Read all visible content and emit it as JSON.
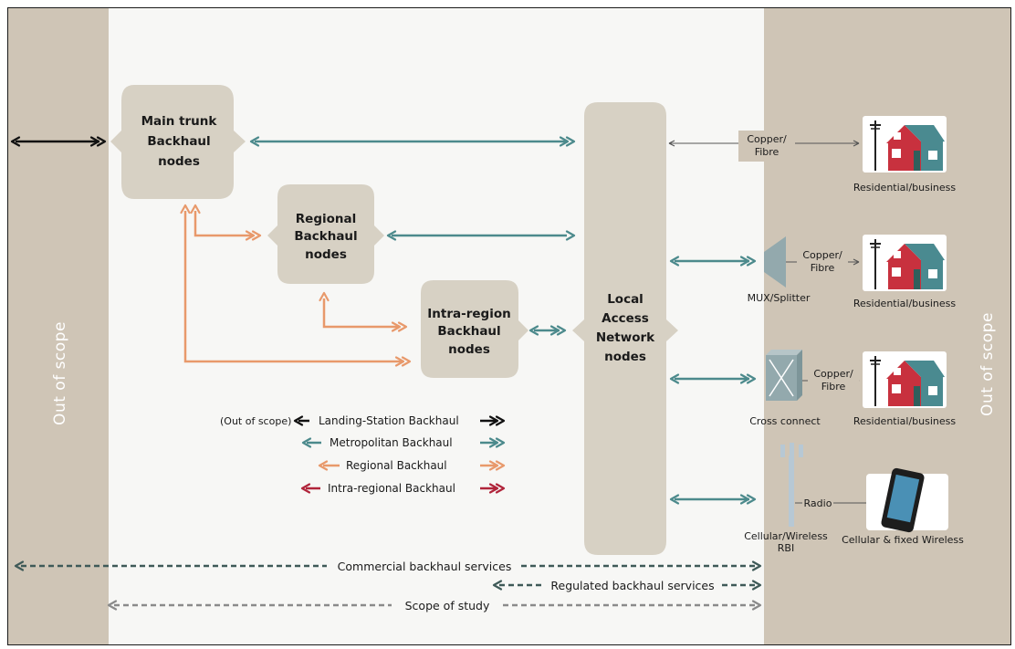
{
  "out_of_scope_label": "Out of scope",
  "nodes": {
    "main_trunk": [
      "Main trunk",
      "Backhaul",
      "nodes"
    ],
    "regional": [
      "Regional",
      "Backhaul",
      "nodes"
    ],
    "intra_region": [
      "Intra-region",
      "Backhaul",
      "nodes"
    ],
    "local_access": [
      "Local",
      "Access",
      "Network",
      "nodes"
    ]
  },
  "edge_labels": {
    "copper_fibre_1": [
      "Copper/",
      "Fibre"
    ],
    "copper_fibre_2": [
      "Copper/",
      "Fibre"
    ],
    "copper_fibre_3": [
      "Copper/",
      "Fibre"
    ],
    "radio": "Radio"
  },
  "devices": {
    "mux": "MUX/Splitter",
    "cross_connect": "Cross connect",
    "tower": [
      "Cellular/Wireless",
      "RBI"
    ]
  },
  "endpoints": {
    "residential_1": "Residential/business",
    "residential_2": "Residential/business",
    "residential_3": "Residential/business",
    "cellular": "Cellular & fixed Wireless"
  },
  "legend": {
    "prefix": "(Out of scope)",
    "items": [
      "Landing-Station Backhaul",
      "Metropolitan Backhaul",
      "Regional Backhaul",
      "Intra-regional Backhaul"
    ]
  },
  "services": {
    "commercial": "Commercial backhaul services",
    "regulated": "Regulated backhaul services",
    "scope": "Scope of study"
  },
  "colors": {
    "black": "#111111",
    "metro": "#4c8a8c",
    "regional": "#e8996b",
    "intra": "#b0243a",
    "node": "#d7d1c4",
    "band": "#cfc5b6",
    "dashed": "#3f5a58",
    "scope": "#8a8a8a",
    "house": "#c8313e",
    "roof": "#4a8a90"
  }
}
